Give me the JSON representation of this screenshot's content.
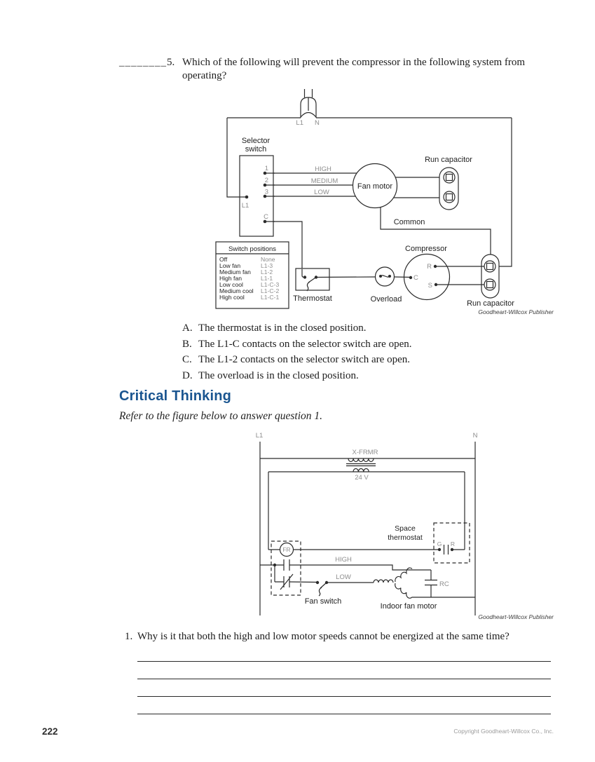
{
  "colors": {
    "heading_blue": "#1a5590",
    "diagram_gray_label": "#8d8d8d"
  },
  "question5": {
    "blank": "________",
    "number": "5.",
    "text_line1": "Which of the following will prevent the compressor in the following system from",
    "text_line2": "operating?",
    "choices": [
      {
        "letter": "A.",
        "text": "The thermostat is in the closed position."
      },
      {
        "letter": "B.",
        "text": "The L1-C contacts on the selector switch are open."
      },
      {
        "letter": "C.",
        "text": "The L1-2 contacts on the selector switch are open."
      },
      {
        "letter": "D.",
        "text": "The overload is in the closed position."
      }
    ]
  },
  "diagram1": {
    "plug": {
      "l1": "L1",
      "n": "N"
    },
    "selector_switch": {
      "label_line1": "Selector",
      "label_line2": "switch",
      "terminal_1": "1",
      "terminal_2": "2",
      "terminal_3": "3",
      "terminal_c": "C",
      "terminal_l1": "L1"
    },
    "speed_labels": {
      "high": "HIGH",
      "medium": "MEDIUM",
      "low": "LOW"
    },
    "fan_motor": "Fan motor",
    "run_capacitor_top": "Run capacitor",
    "common": "Common",
    "thermostat": "Thermostat",
    "overload": "Overload",
    "compressor": {
      "label": "Compressor",
      "r": "R",
      "c": "C",
      "s": "S"
    },
    "run_capacitor_bottom": "Run capacitor",
    "switch_positions": {
      "title": "Switch positions",
      "rows": [
        {
          "name": "Off",
          "value": "None"
        },
        {
          "name": "Low fan",
          "value": "L1-3"
        },
        {
          "name": "Medium fan",
          "value": "L1-2"
        },
        {
          "name": "High fan",
          "value": "L1-1"
        },
        {
          "name": "Low cool",
          "value": "L1-C-3"
        },
        {
          "name": "Medium cool",
          "value": "L1-C-2"
        },
        {
          "name": "High cool",
          "value": "L1-C-1"
        }
      ]
    },
    "credit": "Goodheart-Willcox Publisher"
  },
  "section": {
    "title": "Critical Thinking",
    "intro": "Refer to the figure below to answer question 1."
  },
  "diagram2": {
    "l1": "L1",
    "n": "N",
    "transformer": "X-FRMR",
    "voltage": "24 V",
    "space_thermostat_line1": "Space",
    "space_thermostat_line2": "thermostat",
    "g": "G",
    "r": "R",
    "fr": "FR",
    "high": "HIGH",
    "low": "LOW",
    "fan_switch": "Fan switch",
    "indoor_fan_motor": "Indoor fan motor",
    "rc": "RC",
    "credit": "Goodheart-Willcox Publisher"
  },
  "question1": {
    "number": "1.",
    "text": "Why is it that both the high and low motor speeds cannot be energized at the same time?",
    "answer_line_count": 4
  },
  "footer": {
    "page_number": "222",
    "copyright": "Copyright Goodheart-Willcox Co., Inc."
  }
}
